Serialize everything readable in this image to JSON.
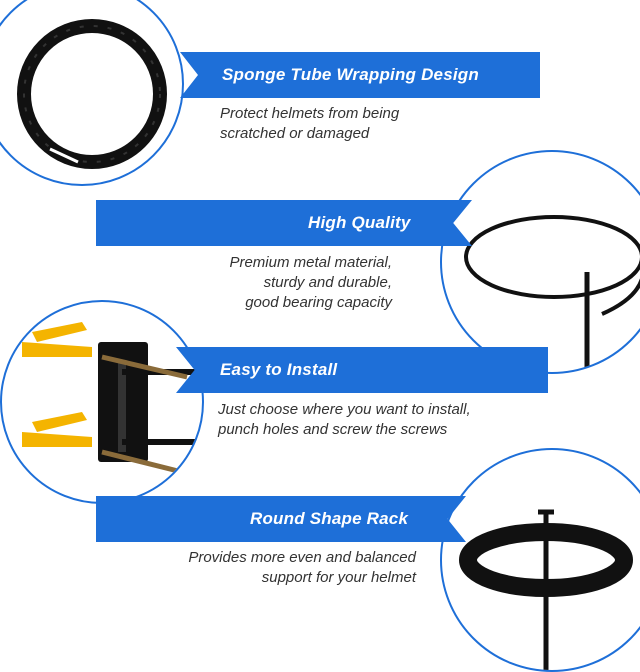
{
  "features": [
    {
      "title": "Sponge Tube Wrapping Design",
      "desc_lines": [
        "Protect helmets from being",
        "scratched or damaged"
      ]
    },
    {
      "title": "High Quality",
      "desc_lines": [
        "Premium metal material,",
        "sturdy and durable,",
        "good bearing capacity"
      ]
    },
    {
      "title": "Easy to Install",
      "desc_lines": [
        "Just choose where you want to install,",
        "punch holes and screw the screws"
      ]
    },
    {
      "title": "Round Shape Rack",
      "desc_lines": [
        "Provides more even and balanced",
        "support for your helmet"
      ]
    }
  ],
  "colors": {
    "accent": "#1e6fd8",
    "text": "#333333",
    "metal": "#111111",
    "anchor": "#f4b400"
  },
  "icons": [
    "sponge-ring-icon",
    "metal-hook-icon",
    "wall-mount-screws-icon",
    "round-rack-icon"
  ]
}
